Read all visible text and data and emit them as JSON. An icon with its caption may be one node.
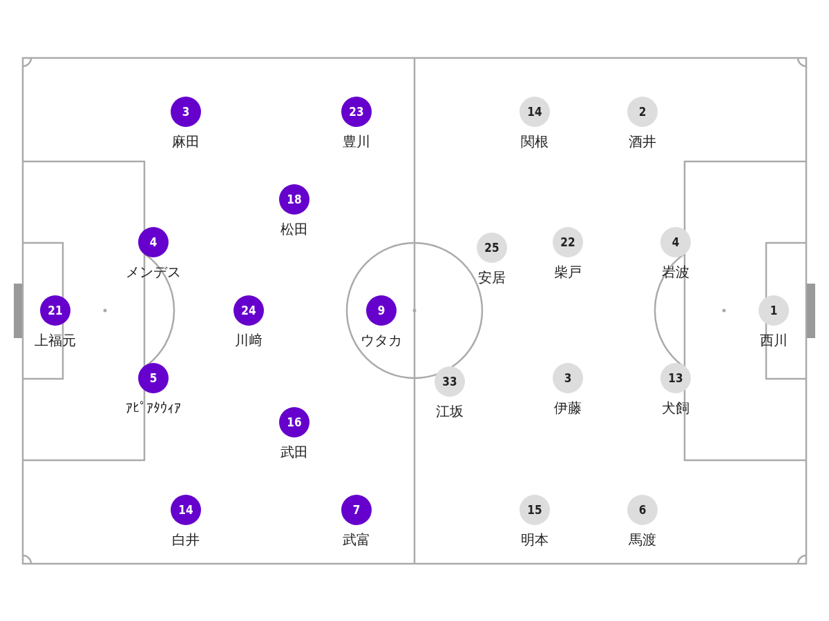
{
  "diagram": {
    "nodes": [
      {
        "text": [
          "3",
          "麻田"
        ]
      },
      {
        "text": [
          "23",
          "豊川"
        ]
      },
      {
        "text": [
          "18",
          "松田"
        ]
      },
      {
        "text": [
          "4",
          "メンデス"
        ]
      },
      {
        "text": [
          "21",
          "上福元"
        ]
      },
      {
        "text": [
          "24",
          "川﨑"
        ]
      },
      {
        "text": [
          "9",
          "ウタカ"
        ]
      },
      {
        "text": [
          "5",
          "ｱﾋﾟｱﾀｳｨｱ"
        ]
      },
      {
        "text": [
          "16",
          "武田"
        ]
      },
      {
        "text": [
          "14",
          "白井"
        ]
      },
      {
        "text": [
          "7",
          "武富"
        ]
      },
      {
        "text": [
          "14",
          "関根"
        ]
      },
      {
        "text": [
          "2",
          "酒井"
        ]
      },
      {
        "text": [
          "25",
          "安居"
        ]
      },
      {
        "text": [
          "22",
          "柴戸"
        ]
      },
      {
        "text": [
          "4",
          "岩波"
        ]
      },
      {
        "text": [
          "1",
          "西川"
        ]
      },
      {
        "text": [
          "33",
          "江坂"
        ]
      },
      {
        "text": [
          "3",
          "伊藤"
        ]
      },
      {
        "text": [
          "13",
          "犬飼"
        ]
      },
      {
        "text": [
          "15",
          "明本"
        ]
      },
      {
        "text": [
          "6",
          "馬渡"
        ]
      }
    ]
  }
}
